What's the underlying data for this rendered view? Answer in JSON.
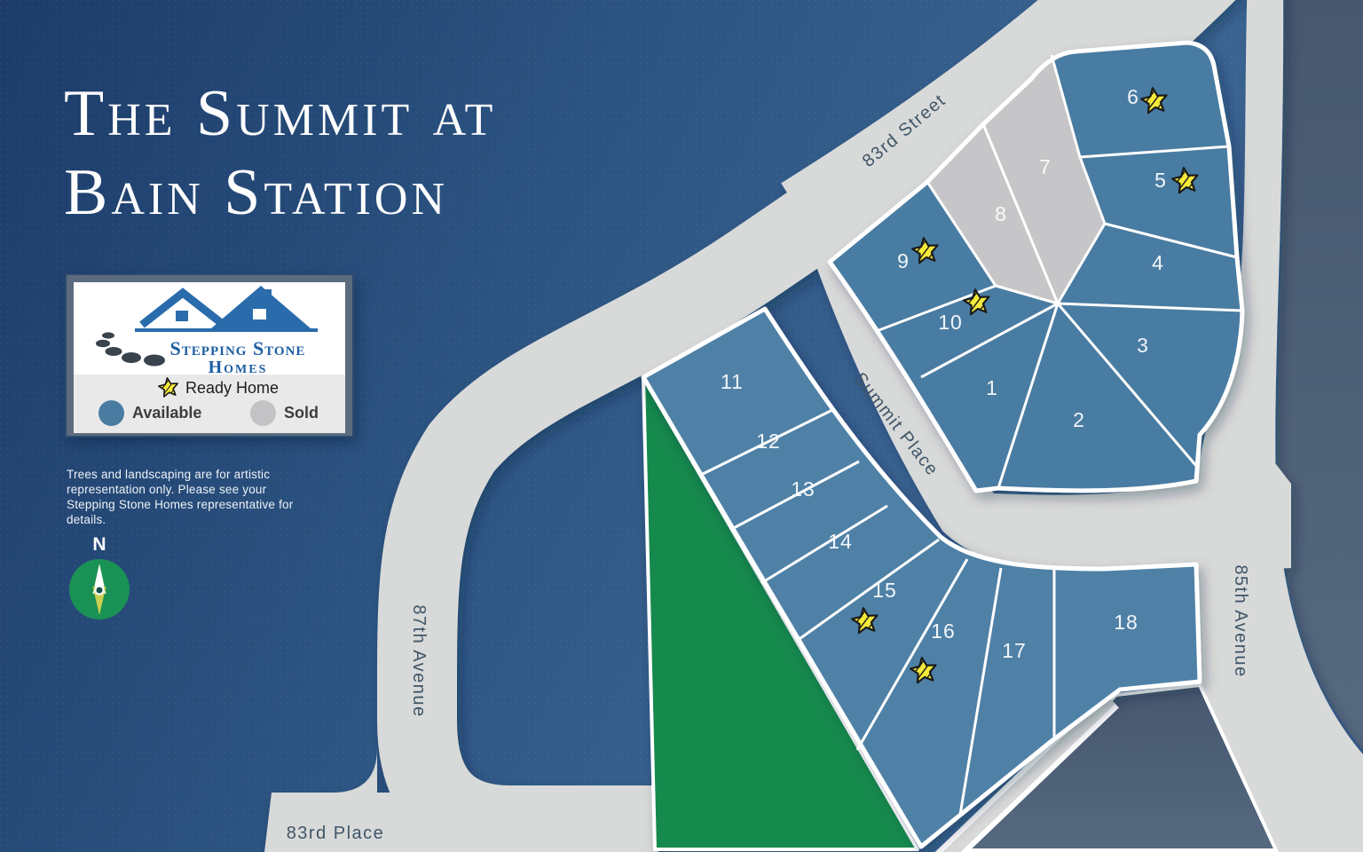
{
  "title": {
    "line1": "The Summit at",
    "line2": "Bain Station"
  },
  "brand": {
    "line1": "Stepping Stone",
    "line2": "Homes"
  },
  "legend": {
    "ready_home": "Ready Home",
    "available": "Available",
    "sold": "Sold"
  },
  "disclaimer": {
    "text": "Trees and landscaping are for artistic representation only. Please see your Stepping Stone Homes representative for details."
  },
  "compass": {
    "label": "N"
  },
  "streets": {
    "street_83rd": "83rd Street",
    "summit_place": "Summit Place",
    "avenue_87th": "87th Avenue",
    "avenue_85th": "85th Avenue",
    "place_83rd": "83rd Place"
  },
  "lots": [
    {
      "number": "1",
      "status": "available",
      "ready_home": false
    },
    {
      "number": "2",
      "status": "available",
      "ready_home": false
    },
    {
      "number": "3",
      "status": "available",
      "ready_home": false
    },
    {
      "number": "4",
      "status": "available",
      "ready_home": false
    },
    {
      "number": "5",
      "status": "available",
      "ready_home": true
    },
    {
      "number": "6",
      "status": "available",
      "ready_home": true
    },
    {
      "number": "7",
      "status": "sold",
      "ready_home": false
    },
    {
      "number": "8",
      "status": "sold",
      "ready_home": false
    },
    {
      "number": "9",
      "status": "available",
      "ready_home": true
    },
    {
      "number": "10",
      "status": "available",
      "ready_home": true
    },
    {
      "number": "11",
      "status": "available",
      "ready_home": false
    },
    {
      "number": "12",
      "status": "available",
      "ready_home": false
    },
    {
      "number": "13",
      "status": "available",
      "ready_home": false
    },
    {
      "number": "14",
      "status": "available",
      "ready_home": false
    },
    {
      "number": "15",
      "status": "available",
      "ready_home": true
    },
    {
      "number": "16",
      "status": "available",
      "ready_home": true
    },
    {
      "number": "17",
      "status": "available",
      "ready_home": false
    },
    {
      "number": "18",
      "status": "available",
      "ready_home": false
    }
  ],
  "colors": {
    "available": "#4a7ca2",
    "sold": "#c6c6c8",
    "road": "#d8dad9",
    "park_green": "#15894e",
    "star_yellow": "#f5ea3a",
    "background_navy": "#1d3c6a",
    "outside_slate": "#4d5f79",
    "compass_green": "#1a9155"
  }
}
